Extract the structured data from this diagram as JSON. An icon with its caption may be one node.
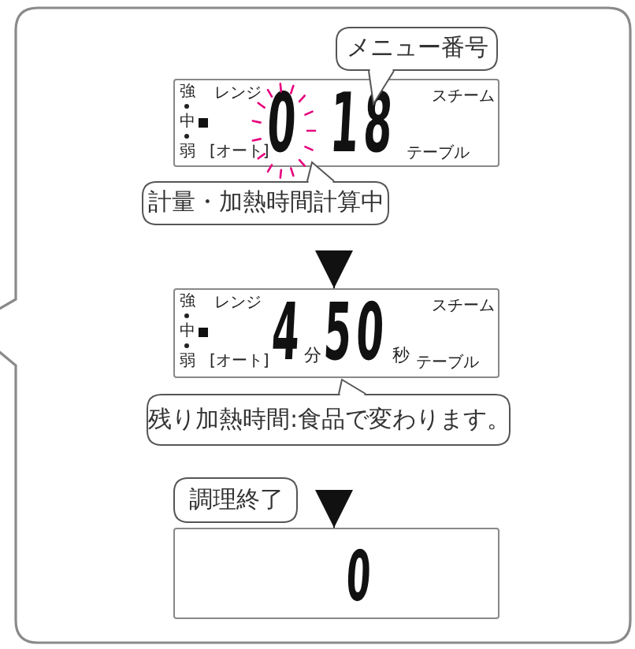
{
  "diagram": {
    "nodes": [
      {
        "text": [],
        "shape": "box"
      },
      {
        "text": [
          "強",
          "中",
          "弱",
          "レンジ",
          "[オート]",
          "0",
          "18",
          "スチーム",
          "テーブル"
        ],
        "in": 0
      },
      {
        "text": [
          "メニュー番号"
        ],
        "in": 0
      },
      {
        "text": [
          "計量・加熱時間計算中"
        ],
        "in": 0
      },
      {
        "text": [
          "強",
          "中",
          "弱",
          "レンジ",
          "[オート]",
          "4",
          "分",
          "50",
          "秒",
          "スチーム",
          "テーブル"
        ],
        "in": 0
      },
      {
        "text": [
          "残り加熱時間:食品で変わります。"
        ],
        "in": 0
      },
      {
        "text": [
          "調理終了"
        ],
        "in": 0
      },
      {
        "text": [
          "0"
        ],
        "in": 0
      }
    ],
    "edges": [
      {
        "from": 3,
        "to": 4,
        "arrow": "to"
      },
      {
        "from": 5,
        "to": 7,
        "arrow": "to"
      }
    ]
  }
}
